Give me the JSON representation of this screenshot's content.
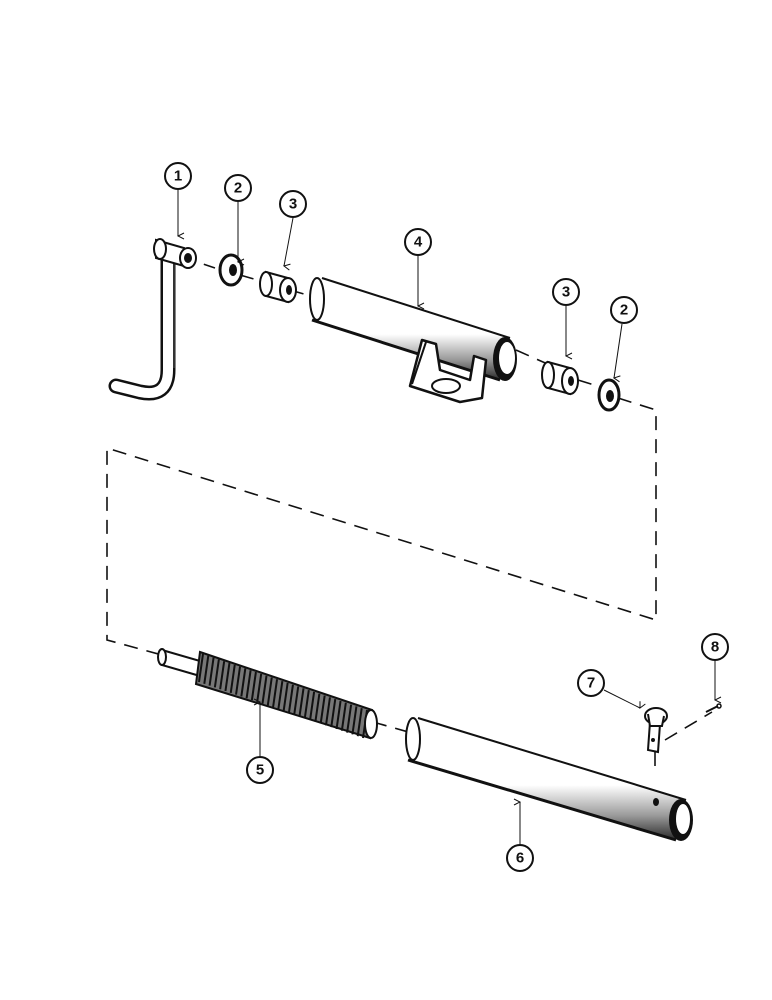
{
  "diagram": {
    "callouts": [
      {
        "id": "c1",
        "label": "1"
      },
      {
        "id": "c2a",
        "label": "2"
      },
      {
        "id": "c3a",
        "label": "3"
      },
      {
        "id": "c4",
        "label": "4"
      },
      {
        "id": "c3b",
        "label": "3"
      },
      {
        "id": "c2b",
        "label": "2"
      },
      {
        "id": "c5",
        "label": "5"
      },
      {
        "id": "c6",
        "label": "6"
      },
      {
        "id": "c7",
        "label": "7"
      },
      {
        "id": "c8",
        "label": "8"
      }
    ]
  }
}
